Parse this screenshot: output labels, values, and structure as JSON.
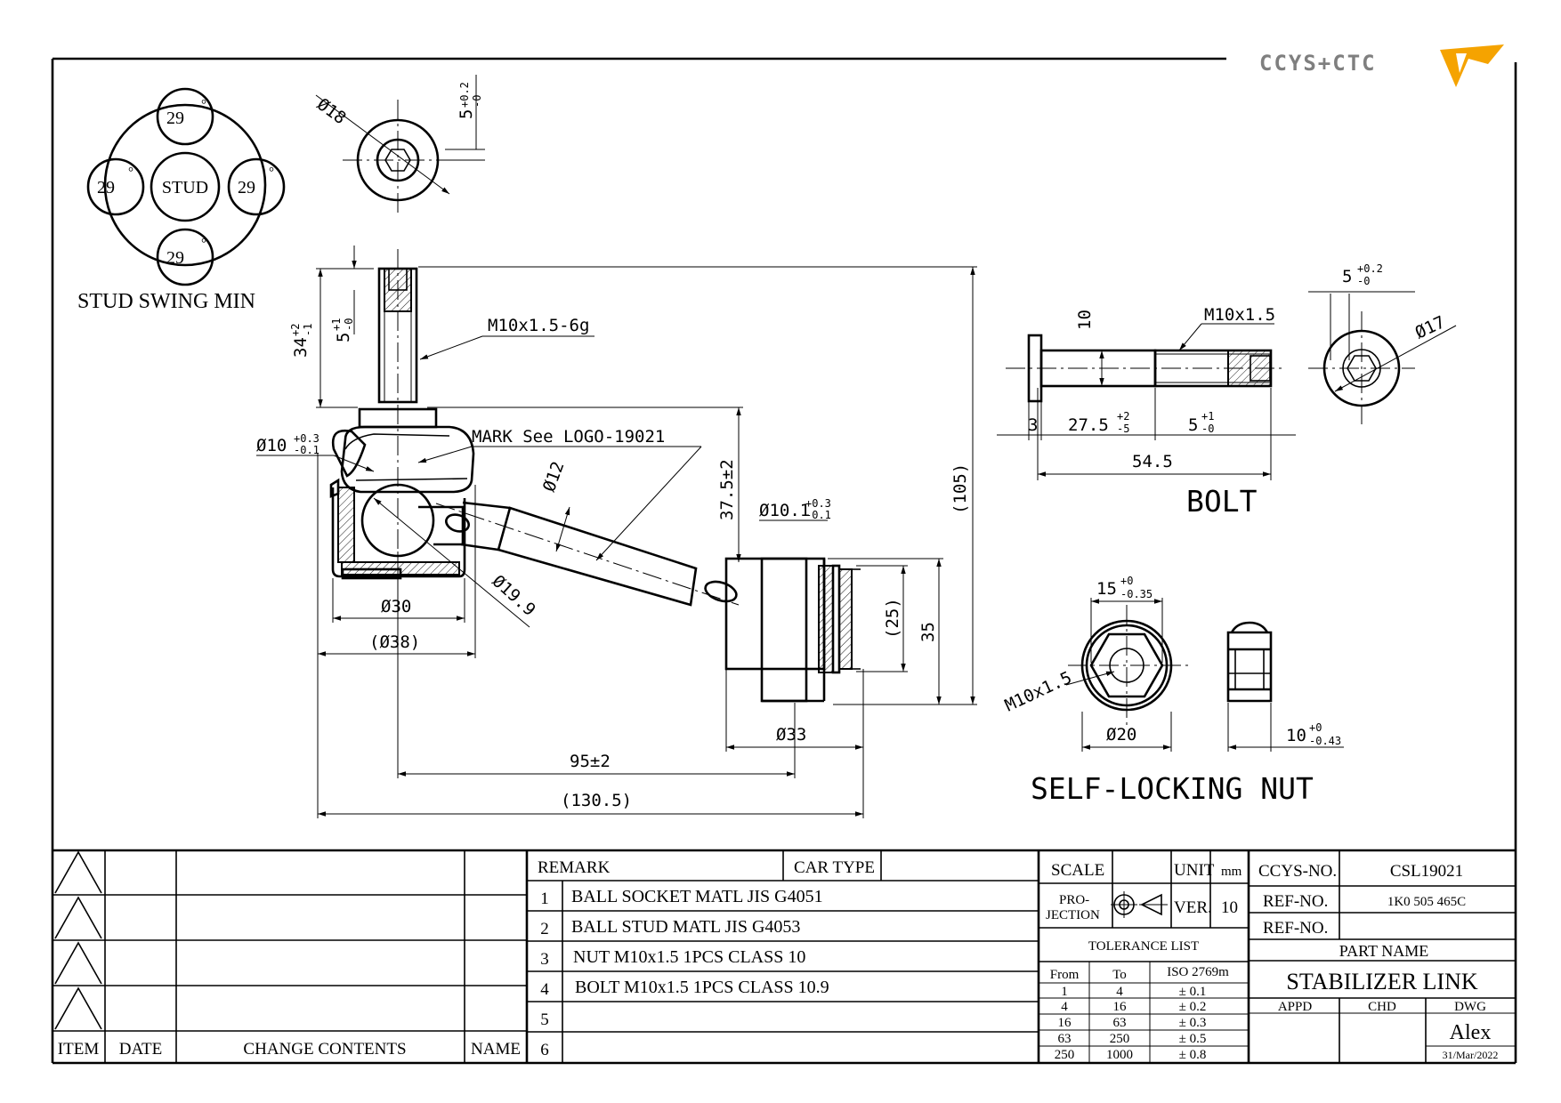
{
  "logo": {
    "text": "CCYS+CTC",
    "accent": "#f5a300",
    "gray": "#7f7f7f"
  },
  "swing": {
    "center": "STUD",
    "values": [
      "29",
      "29",
      "29",
      "29"
    ],
    "degree": "°",
    "caption": "STUD SWING MIN"
  },
  "dims": {
    "top_dia": "Ø18",
    "top_thk": "5",
    "thread": "M10x1.5-6g",
    "stud_len": "34",
    "stud_hex": "5",
    "dia10": "Ø10",
    "mark": "MARK See LOGO-19021",
    "dia12": "Ø12",
    "d37": "37.5±2",
    "dia10_1": "Ø10.1",
    "d105": "(105)",
    "d25": "(25)",
    "d35": "35",
    "d30": "Ø30",
    "d38": "(Ø38)",
    "d199": "Ø19.9",
    "d33": "Ø33",
    "d95": "95±2",
    "d1305": "(130.5)"
  },
  "tol": {
    "p2": "+2",
    "m1": "-1",
    "p1": "+1",
    "m0": "-0",
    "p02": "+0.2",
    "p03": "+0.3",
    "m01": "-0.1",
    "m5": "-5",
    "p0": "+0",
    "m035": "-0.35",
    "m043": "-0.43"
  },
  "bolt": {
    "title": "BOLT",
    "thread": "M10x1.5",
    "shank": "10",
    "head": "3",
    "len1": "27.5",
    "len2": "5",
    "total": "54.5",
    "hex_dep": "5",
    "dia": "Ø17"
  },
  "nut": {
    "title": "SELF-LOCKING NUT",
    "width": "15",
    "thread": "M10x1.5",
    "dia": "Ø20",
    "height": "10"
  },
  "changes": {
    "headers": [
      "ITEM",
      "DATE",
      "CHANGE CONTENTS",
      "NAME"
    ]
  },
  "remarks": {
    "remark_label": "REMARK",
    "car_type_label": "CAR TYPE",
    "rows": [
      {
        "n": "1",
        "text": "BALL SOCKET MATL JIS G4051"
      },
      {
        "n": "2",
        "text": "BALL STUD MATL JIS G4053"
      },
      {
        "n": "3",
        "text": "NUT M10x1.5 1PCS CLASS 10"
      },
      {
        "n": "4",
        "text": "BOLT M10x1.5 1PCS CLASS 10.9"
      },
      {
        "n": "5",
        "text": ""
      },
      {
        "n": "6",
        "text": ""
      }
    ]
  },
  "title_block": {
    "scale_label": "SCALE",
    "unit_label": "UNIT",
    "unit_value": "mm",
    "projection_label_1": "PRO-",
    "projection_label_2": "JECTION",
    "ver_label": "VER.",
    "ver_value": "10",
    "tolerance_label": "TOLERANCE LIST",
    "tol_headers": [
      "From",
      "To",
      "ISO 2769m"
    ],
    "tol_rows": [
      [
        "1",
        "4",
        "± 0.1"
      ],
      [
        "4",
        "16",
        "± 0.2"
      ],
      [
        "16",
        "63",
        "± 0.3"
      ],
      [
        "63",
        "250",
        "± 0.5"
      ],
      [
        "250",
        "1000",
        "± 0.8"
      ]
    ],
    "ccys_no_label": "CCYS-NO.",
    "ccys_no": "CSL19021",
    "ref_no_label": "REF-NO.",
    "ref_no": "1K0 505 465C",
    "ref_no2_label": "REF-NO.",
    "ref_no2": "",
    "part_name_label": "PART NAME",
    "part_name": "STABILIZER LINK",
    "appd_label": "APPD",
    "chd_label": "CHD",
    "dwg_label": "DWG",
    "drawer": "Alex",
    "date": "31/Mar/2022"
  }
}
